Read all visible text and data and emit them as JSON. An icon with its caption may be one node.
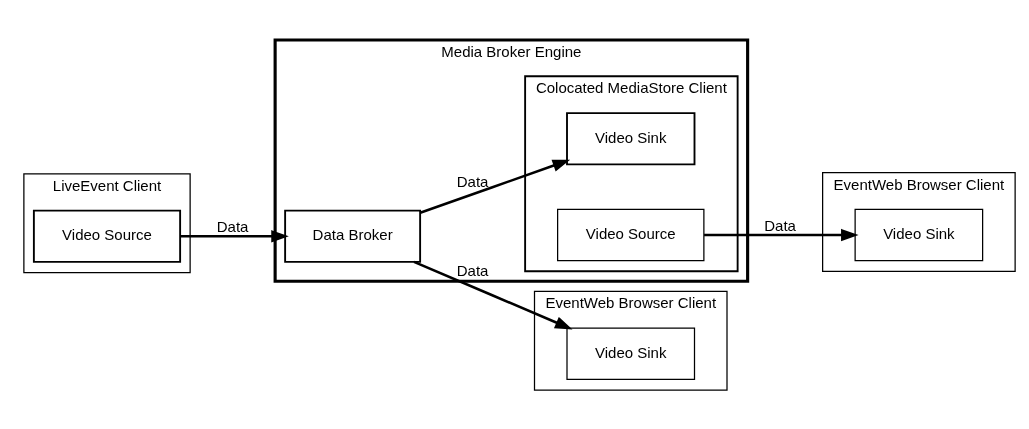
{
  "diagram": {
    "nodes": [
      {
        "text": [
          "Media Broker Engine"
        ]
      },
      {
        "text": [
          "Colocated MediaStore Client"
        ],
        "in": 0
      },
      {
        "text": [
          "Video Sink"
        ],
        "in": 1
      },
      {
        "text": [
          "Video Source"
        ],
        "in": 1
      },
      {
        "text": [
          "Data Broker"
        ],
        "in": 0
      },
      {
        "text": [
          "LiveEvent Client"
        ]
      },
      {
        "text": [
          "Video Source"
        ],
        "in": 5
      },
      {
        "text": [
          "EventWeb Browser Client"
        ]
      },
      {
        "text": [
          "Video Sink"
        ],
        "in": 7
      },
      {
        "text": [
          "EventWeb Browser Client"
        ]
      },
      {
        "text": [
          "Video Sink"
        ],
        "in": 9
      }
    ],
    "edges": [
      {
        "from": 6,
        "to": 4,
        "arrow": "to",
        "label": "Data"
      },
      {
        "from": 4,
        "to": 2,
        "arrow": "to",
        "label": "Data"
      },
      {
        "from": 4,
        "to": 8,
        "arrow": "to",
        "label": "Data"
      },
      {
        "from": 3,
        "to": 10,
        "arrow": "to",
        "label": "Data"
      }
    ]
  }
}
